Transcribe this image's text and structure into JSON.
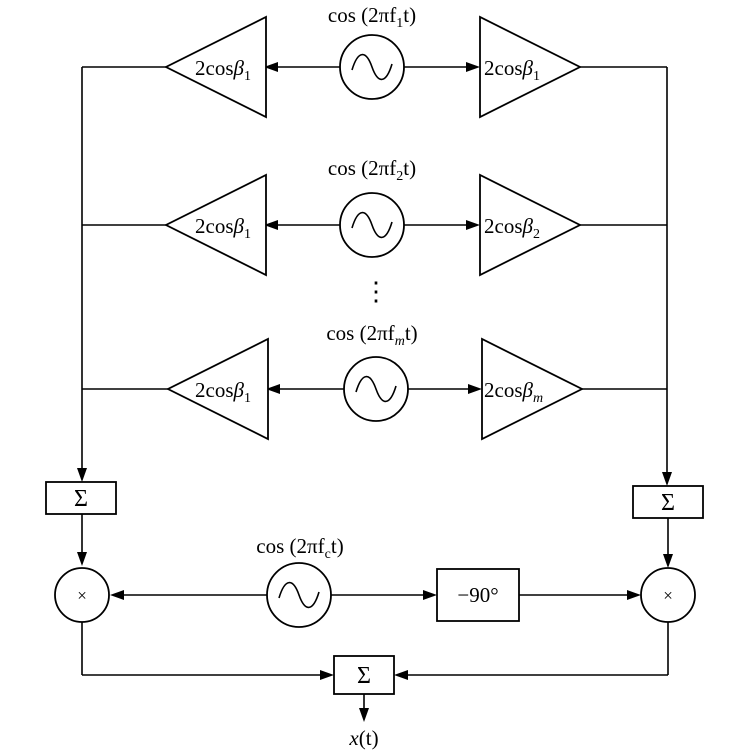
{
  "oscillators": [
    {
      "label": "cos (2πf",
      "sub": "1",
      "tail": "t)"
    },
    {
      "label": "cos (2πf",
      "sub": "2",
      "tail": "t)"
    },
    {
      "label": "cos (2πf",
      "sub": "m",
      "tail": "t)"
    },
    {
      "label": "cos (2πf",
      "sub": "c",
      "tail": "t)"
    }
  ],
  "left_gains": [
    {
      "text": "2cos",
      "beta": "β",
      "sub": "1"
    },
    {
      "text": "2cos",
      "beta": "β",
      "sub": "1"
    },
    {
      "text": "2cos",
      "beta": "β",
      "sub": "1"
    }
  ],
  "right_gains": [
    {
      "text": "2cos",
      "beta": "β",
      "sub": "1"
    },
    {
      "text": "2cos",
      "beta": "β",
      "sub": "2"
    },
    {
      "text": "2cos",
      "beta": "β",
      "sub": "m"
    }
  ],
  "ellipsis": "⋮",
  "summer_symbol": "Σ",
  "multiplier_symbol": "×",
  "phase_shifter": "−90°",
  "output": {
    "var": "x",
    "arg": "(t)"
  }
}
